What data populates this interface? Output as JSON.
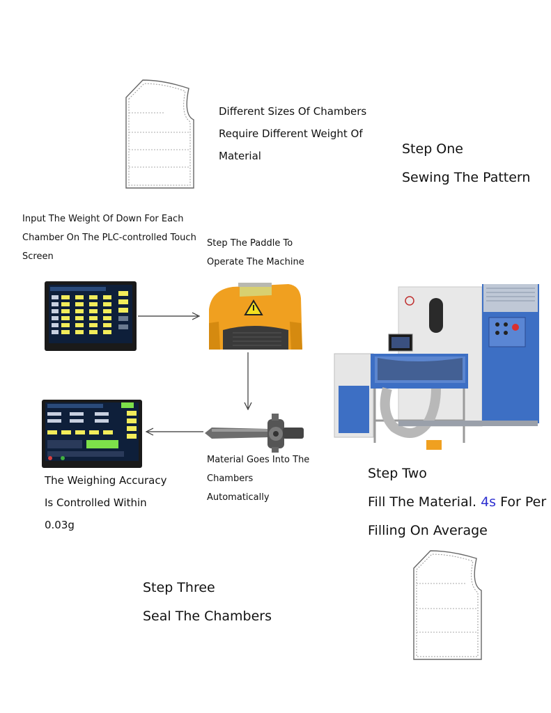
{
  "step_one": {
    "title": "Step One",
    "subtitle": "Sewing The Pattern"
  },
  "chambers_note": {
    "line1": "Different Sizes Of Chambers",
    "line2": "Require Different Weight Of",
    "line3": "Material"
  },
  "input_note": {
    "line1": "Input The Weight Of Down For Each",
    "line2": "Chamber On The PLC-controlled Touch",
    "line3": "Screen"
  },
  "paddle_note": {
    "line1": "Step The Paddle To",
    "line2": "Operate The Machine"
  },
  "material_note": {
    "line1": "Material Goes Into The",
    "line2": "Chambers",
    "line3": "Automatically"
  },
  "accuracy_note": {
    "line1": "The Weighing Accuracy",
    "line2": "Is Controlled Within",
    "line3": "0.03g"
  },
  "step_two": {
    "title": "Step Two",
    "line1_prefix": "Fill The Material. ",
    "line1_highlight": "4s",
    "line1_suffix": " For Per",
    "line2": "Filling On Average"
  },
  "step_three": {
    "title": "Step Three",
    "subtitle": "Seal The Chambers"
  },
  "colors": {
    "highlight": "#2d2fd0",
    "pedal_orange": "#f0a020",
    "machine_blue": "#3d6fc4",
    "screen_yellow": "#f2ec5a",
    "screen_green": "#7de04a"
  }
}
